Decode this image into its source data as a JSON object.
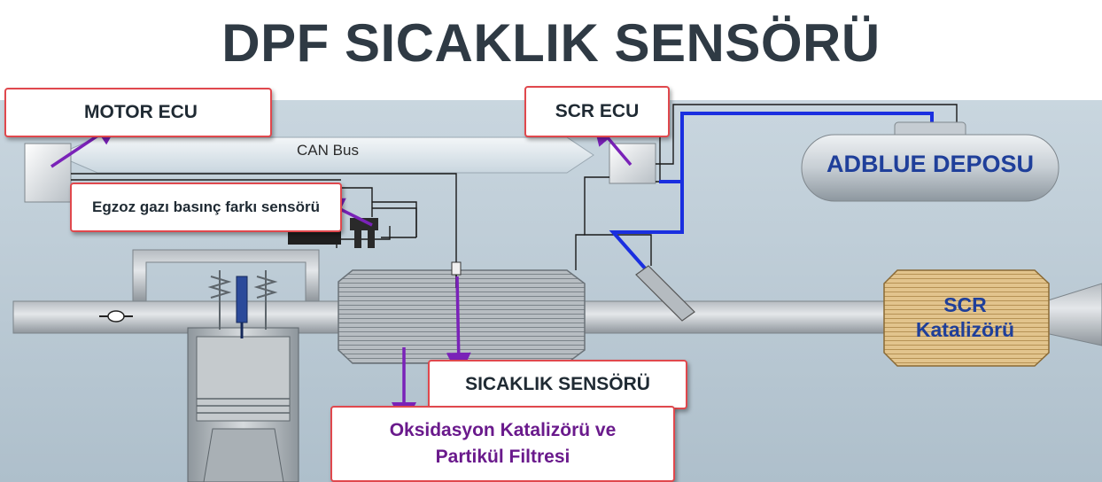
{
  "title": "DPF SICAKLIK SENSÖRÜ",
  "labels": {
    "motor_ecu": "MOTOR ECU",
    "scr_ecu": "SCR ECU",
    "can_bus": "CAN  Bus",
    "adblue": "ADBLUE DEPOSU",
    "scr_cat_line1": "SCR",
    "scr_cat_line2": "Katalizörü",
    "egzoz_sensor": "Egzoz gazı basınç farkı sensörü",
    "temp_sensor": "SICAKLIK SENSÖRÜ",
    "oxi_line1": "Oksidasyon Katalizörü ve",
    "oxi_line2": "Partikül Filtresi"
  },
  "colors": {
    "title": "#2f3a44",
    "callout_border": "#e0484d",
    "arrow": "#7a22b8",
    "adblue_line": "#1a2fe0",
    "label_blue": "#1f3f9a",
    "oxi_text": "#6a1a8c"
  }
}
